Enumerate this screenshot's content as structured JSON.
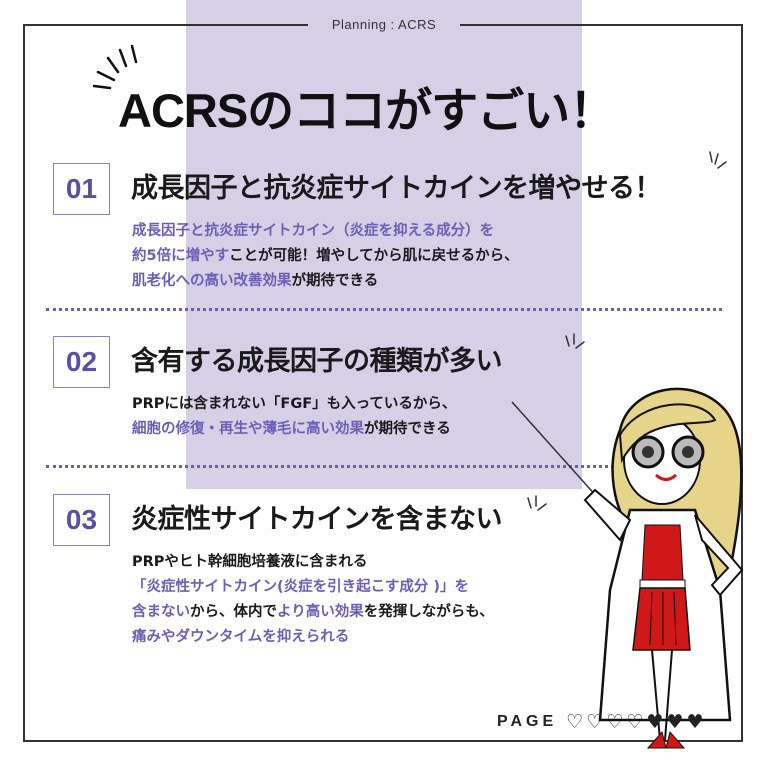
{
  "header": {
    "label": "Planning : ACRS"
  },
  "title": "ACRSのココがすごい！",
  "colors": {
    "band": "#d6cfe6",
    "accent": "#6a5fb5",
    "number": "#5a4fa0",
    "frame": "#333333",
    "dress": "#d01818",
    "hair": "#e6d48a"
  },
  "sections": [
    {
      "number": "01",
      "title": "成長因子と抗炎症サイトカインを増やせる！",
      "lines": [
        [
          {
            "text": "成長因子と抗炎症サイトカイン（炎症を抑える成分）を",
            "hl": true
          }
        ],
        [
          {
            "text": "約5倍に増やす",
            "hl": true
          },
          {
            "text": "ことが可能！増やしてから肌に戻せるから、",
            "hl": false
          }
        ],
        [
          {
            "text": "肌老化への高い改善効果",
            "hl": true
          },
          {
            "text": "が期待できる",
            "hl": false
          }
        ]
      ]
    },
    {
      "number": "02",
      "title": "含有する成長因子の種類が多い",
      "lines": [
        [
          {
            "text": "PRPには含まれない「FGF」も入っているから、",
            "hl": false
          }
        ],
        [
          {
            "text": "細胞の修復・再生や薄毛に高い効果",
            "hl": true
          },
          {
            "text": "が期待できる",
            "hl": false
          }
        ]
      ]
    },
    {
      "number": "03",
      "title": "炎症性サイトカインを含まない",
      "lines": [
        [
          {
            "text": "PRPやヒト幹細胞培養液に含まれる",
            "hl": false
          }
        ],
        [
          {
            "text": "「炎症性サイトカイン(炎症を引き起こす成分 )」を",
            "hl": true
          }
        ],
        [
          {
            "text": "含まない",
            "hl": true
          },
          {
            "text": "から、体内で",
            "hl": false
          },
          {
            "text": "より高い効果",
            "hl": true
          },
          {
            "text": "を発揮しながらも、",
            "hl": false
          }
        ],
        [
          {
            "text": "痛みやダウンタイムを抑えられる",
            "hl": true
          }
        ]
      ]
    }
  ],
  "pagination": {
    "label": "PAGE",
    "hearts": [
      "empty",
      "empty",
      "empty",
      "empty",
      "filled",
      "filled",
      "filled"
    ],
    "current_filled_count": 3,
    "total": 7
  },
  "illustration": {
    "subject": "doctor-woman-with-pointer"
  }
}
